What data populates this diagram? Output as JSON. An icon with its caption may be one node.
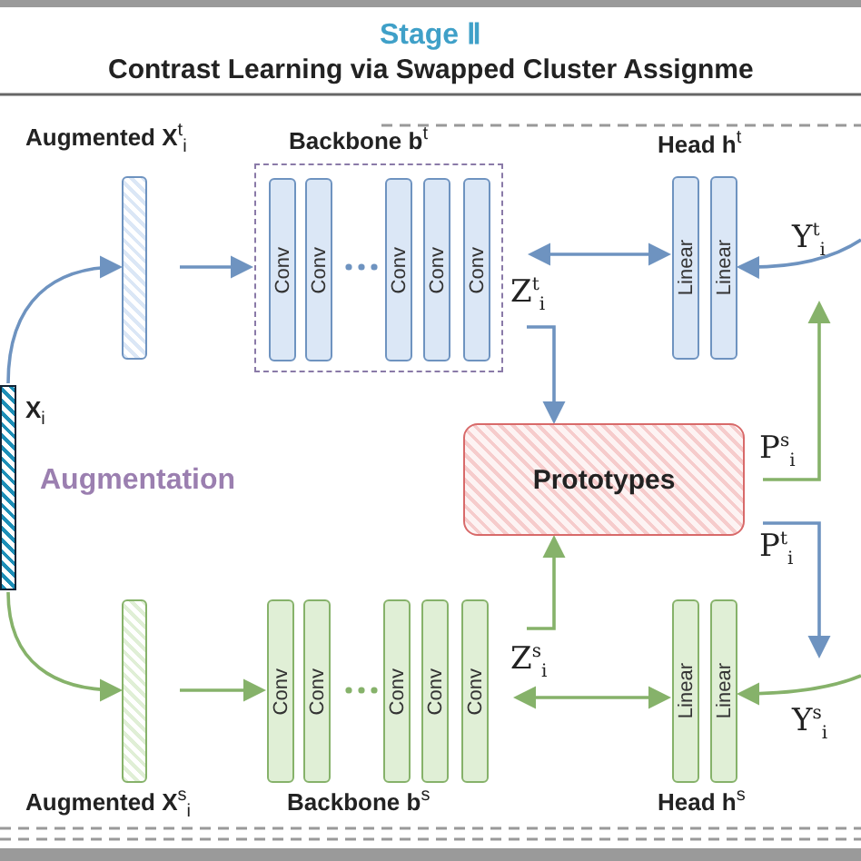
{
  "diagram": {
    "title": "Stage Ⅱ",
    "nodes": [
      {
        "text": [],
        "shape": "bar",
        "beside": [
          "X$_{i}$"
        ]
      },
      {
        "text": [],
        "shape": "bar",
        "beside": [
          "Augmented X$^{t}$$_{i}$"
        ]
      },
      {
        "text": [
          "Backbone b$^{t}$"
        ]
      },
      {
        "text": [
          "Conv"
        ],
        "in": 2
      },
      {
        "text": [
          "Conv"
        ],
        "in": 2
      },
      {
        "text": [
          "Conv"
        ],
        "in": 2
      },
      {
        "text": [
          "Conv"
        ],
        "in": 2
      },
      {
        "text": [
          "Conv"
        ],
        "in": 2
      },
      {
        "text": [
          "Linear"
        ]
      },
      {
        "text": [
          "Linear"
        ]
      },
      {
        "text": [
          "Z$^{t}$$_{i}$"
        ]
      },
      {
        "text": [
          "Prototypes"
        ]
      },
      {
        "text": [
          "P$^{s}$$_{i}$"
        ]
      },
      {
        "text": [
          "P$^{t}$$_{i}$"
        ]
      },
      {
        "text": [],
        "shape": "bar",
        "beside": [
          "Augmented X$^{s}$$_{i}$"
        ]
      },
      {
        "text": [
          "Conv"
        ]
      },
      {
        "text": [
          "Conv"
        ]
      },
      {
        "text": [
          "Conv"
        ]
      },
      {
        "text": [
          "Conv"
        ]
      },
      {
        "text": [
          "Conv"
        ]
      },
      {
        "text": [
          "Linear"
        ]
      },
      {
        "text": [
          "Linear"
        ]
      },
      {
        "text": [
          "Z$^{s}$$_{i}$"
        ]
      }
    ],
    "edges": [
      {
        "from": 0,
        "to": 1,
        "arrow": "to",
        "color": "#6e93c0"
      },
      {
        "from": 0,
        "to": 14,
        "arrow": "to",
        "color": "#86b26a"
      },
      {
        "from": 1,
        "to": 2,
        "arrow": "to",
        "color": "#6e93c0"
      },
      {
        "from": 2,
        "to": 8,
        "arrow": "both",
        "color": "#6e93c0"
      },
      {
        "from": null,
        "to": 9,
        "arrow": "to",
        "color": "#6e93c0"
      },
      {
        "from": 10,
        "to": 11,
        "arrow": "to",
        "color": "#6e93c0"
      },
      {
        "from": 12,
        "to": null,
        "arrow": "to",
        "color": "#86b26a"
      },
      {
        "from": 13,
        "to": null,
        "arrow": "to",
        "color": "#6e93c0"
      },
      {
        "from": 14,
        "to": 15,
        "arrow": "to",
        "color": "#86b26a"
      },
      {
        "from": 19,
        "to": 20,
        "arrow": "both",
        "color": "#86b26a"
      },
      {
        "from": null,
        "to": 21,
        "arrow": "to",
        "color": "#86b26a"
      },
      {
        "from": 22,
        "to": 11,
        "arrow": "to",
        "color": "#86b26a"
      }
    ],
    "labels": [
      "Contrast Learning via Swapped Cluster Assignme",
      "Head h$^{t}$",
      "Y$^{t}$$_{i}$",
      "Augmentation",
      "Y$^{s}$$_{i}$",
      "Backbone b$^{s}$",
      "Head h$^{s}$"
    ]
  }
}
